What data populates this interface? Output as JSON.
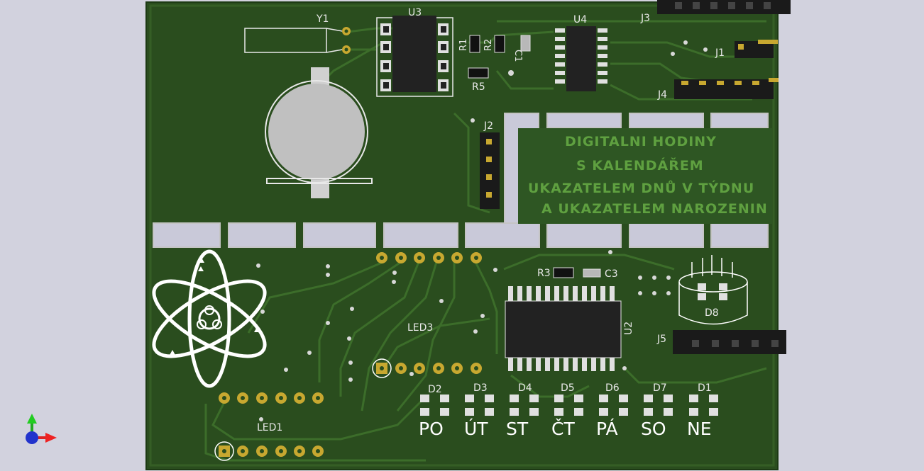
{
  "board_title_lines": [
    "DIGITALNI HODINY",
    "S KALENDÁŘEM",
    "UKAZATELEM DNŮ V TÝDNU",
    "A UKAZATELEM NAROZENIN"
  ],
  "refs": {
    "y1": "Y1",
    "u3": "U3",
    "u4": "U4",
    "u2": "U2",
    "r1": "R1",
    "r2": "R2",
    "r3": "R3",
    "r5": "R5",
    "c1": "C1",
    "c3": "C3",
    "j1": "J1",
    "j2": "J2",
    "j3": "J3",
    "j4": "J4",
    "j5": "J5",
    "led1": "LED1",
    "led3": "LED3",
    "d1": "D1",
    "d2": "D2",
    "d3": "D3",
    "d4": "D4",
    "d5": "D5",
    "d6": "D6",
    "d7": "D7",
    "d8": "D8"
  },
  "days": [
    "PO",
    "ÚT",
    "ST",
    "ČT",
    "PÁ",
    "SO",
    "NE"
  ],
  "colors": {
    "background": "#d2d2de",
    "board": "#2b4f1f",
    "copper": "#3a6a28",
    "pad": "#c8a830",
    "silkscreen": "#e8e8e8"
  },
  "axis_icon": "3d-axis-icon"
}
